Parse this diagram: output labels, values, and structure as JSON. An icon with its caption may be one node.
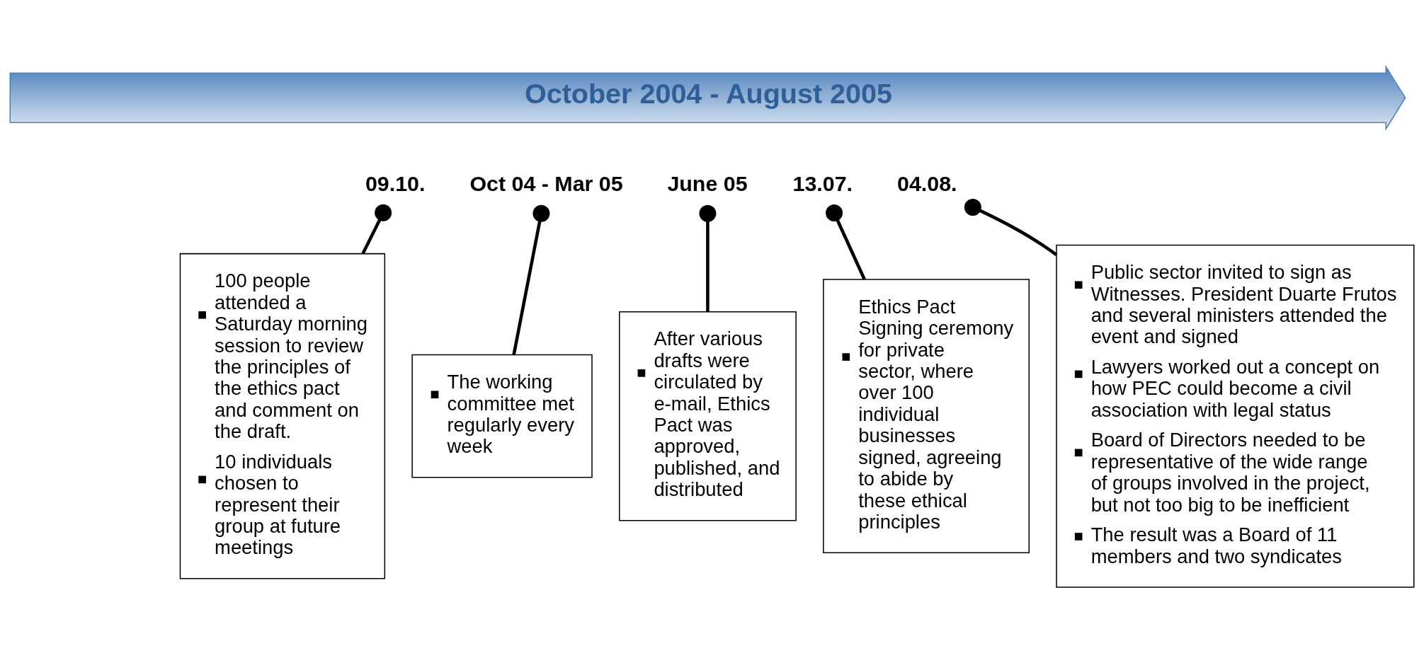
{
  "diagram": {
    "nodes": [
      {
        "text": [
          "October 2004 - August 2005"
        ]
      },
      {
        "text": [
          "09.10."
        ]
      },
      {
        "text": [
          "100 people attended a Saturday morning session to review the principles of the ethics pact and comment on the draft.",
          "10 individuals chosen to represent their group at future meetings"
        ]
      },
      {
        "text": [
          "Oct 04 - Mar 05"
        ]
      },
      {
        "text": [
          "The working committee met regularly every week"
        ]
      },
      {
        "text": [
          "June 05"
        ]
      },
      {
        "text": [
          "After various drafts were circulated by e-mail, Ethics Pact was approved, published, and distributed"
        ]
      },
      {
        "text": [
          "13.07."
        ]
      },
      {
        "text": [
          "Ethics Pact Signing ceremony for private sector, where over 100 individual businesses signed, agreeing to abide by these ethical principles"
        ]
      },
      {
        "text": [
          "04.08."
        ]
      },
      {
        "text": [
          "Public sector invited to sign as Witnesses. President Duarte Frutos and several ministers attended the event and signed",
          "Lawyers worked out a concept on how PEC could become a civil association with legal status",
          "Board of Directors needed to be representative of the wide range of groups involved in the project, but not too big to be inefficient",
          "The result was a Board of 11 members and two syndicates"
        ]
      }
    ],
    "edges": [
      {
        "from": 1,
        "to": 2,
        "arrow": "other"
      },
      {
        "from": 3,
        "to": 4,
        "arrow": "other"
      },
      {
        "from": 5,
        "to": 6,
        "arrow": "other"
      },
      {
        "from": 7,
        "to": 8,
        "arrow": "other"
      },
      {
        "from": 9,
        "to": 10,
        "arrow": "other"
      }
    ]
  }
}
